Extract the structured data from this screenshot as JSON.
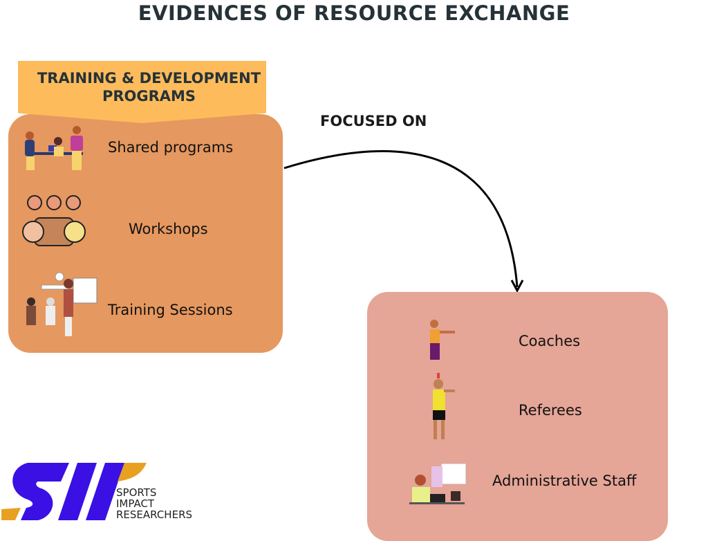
{
  "title": "EVIDENCES OF RESOURCE EXCHANGE",
  "banner": {
    "line1": "TRAINING & DEVELOPMENT",
    "line2": "PROGRAMS"
  },
  "left_items": [
    {
      "label": "Shared programs",
      "icon": "team-meeting-icon"
    },
    {
      "label": "Workshops",
      "icon": "group-table-icon"
    },
    {
      "label": "Training Sessions",
      "icon": "presentation-icon"
    }
  ],
  "connector": "FOCUSED ON",
  "right_items": [
    {
      "label": "Coaches",
      "icon": "coach-icon"
    },
    {
      "label": "Referees",
      "icon": "referee-icon"
    },
    {
      "label": "Administrative Staff",
      "icon": "office-worker-icon"
    }
  ],
  "logo": {
    "mark": "SII",
    "line1": "SPORTS",
    "line2": "IMPACT",
    "line3": "RESEARCHERS"
  },
  "colors": {
    "banner": "#FDBB5B",
    "left_box": "#E5985F",
    "right_box": "#E5A597",
    "logo_blue": "#3A10E5",
    "logo_orange": "#E8A020"
  }
}
